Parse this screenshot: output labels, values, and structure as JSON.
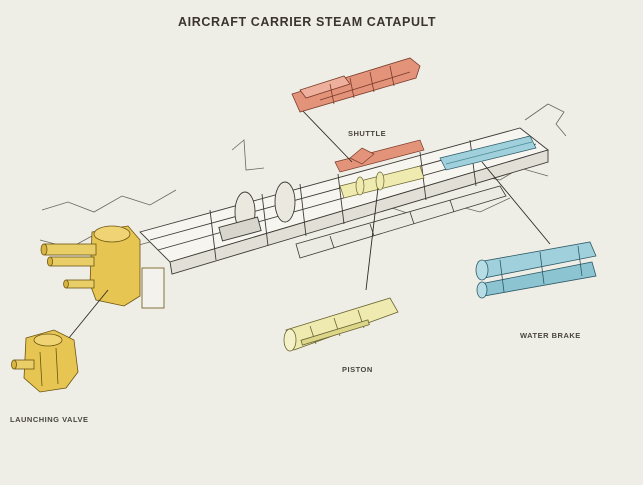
{
  "title": "AIRCRAFT CARRIER  STEAM CATAPULT",
  "components": {
    "shuttle": "SHUTTLE",
    "piston": "PISTON",
    "water_brake": "WATER BRAKE",
    "launching_valve": "LAUNCHING VALVE"
  },
  "colors": {
    "background": "#efeee6",
    "shuttle": "#e3937a",
    "water_brake": "#9fd0dc",
    "piston": "#eeeab0",
    "launching_valve": "#e6c552",
    "linework": "#3e3a36"
  }
}
